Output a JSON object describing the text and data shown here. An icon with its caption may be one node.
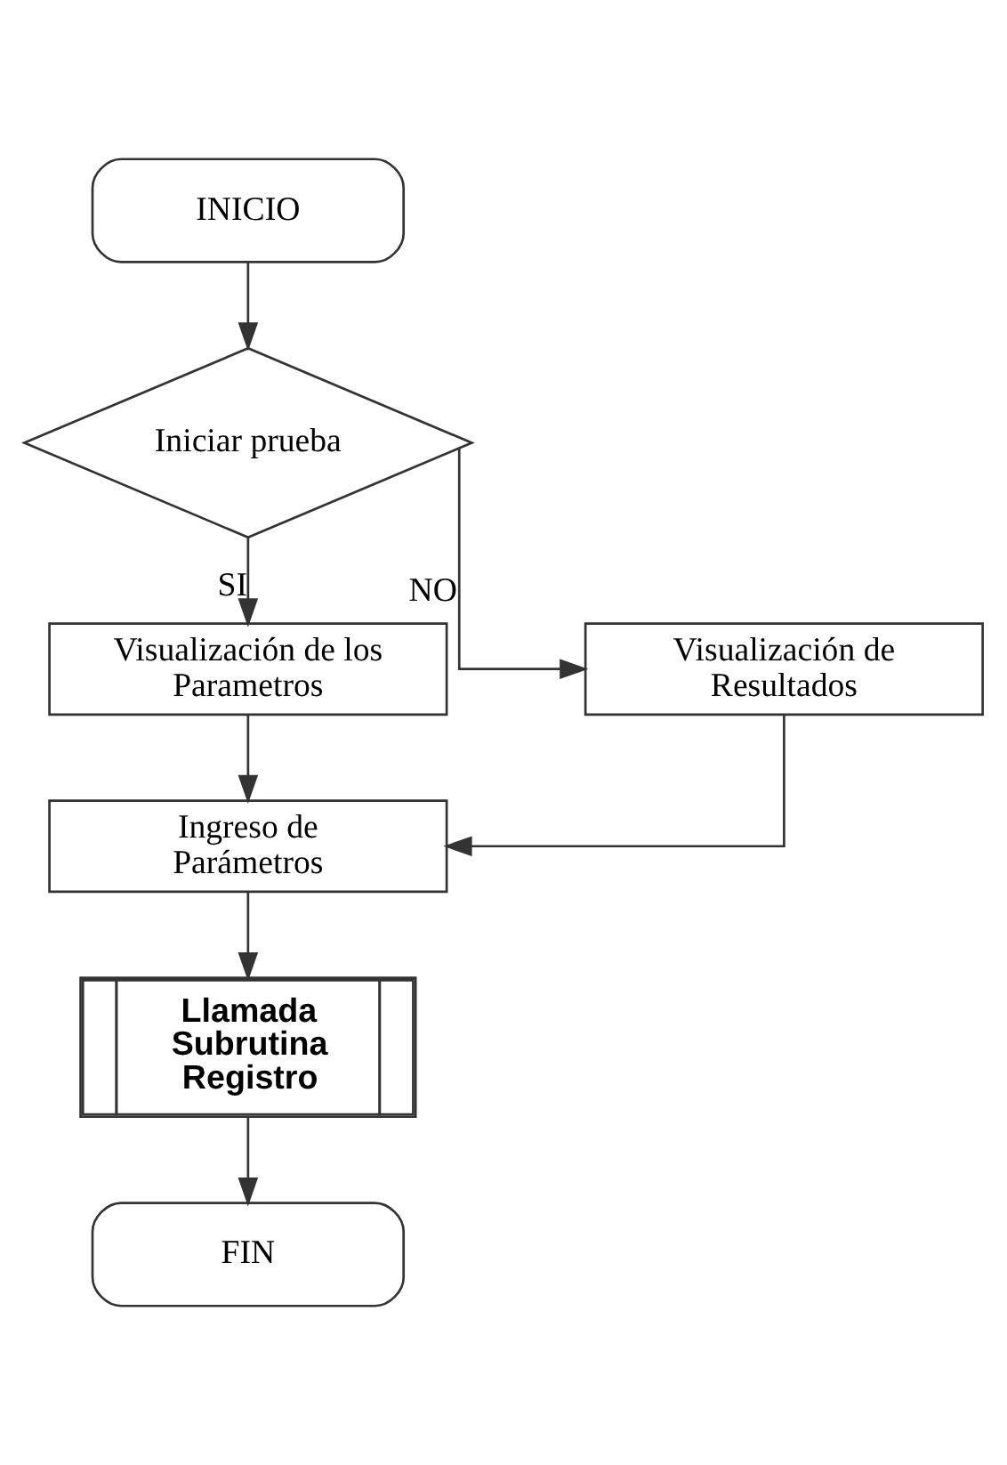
{
  "diagram": {
    "nodes": [
      {
        "text": [
          "INICIO"
        ]
      },
      {
        "text": [
          "Iniciar prueba"
        ]
      },
      {
        "text": [
          "Visualización de los Parametros"
        ]
      },
      {
        "text": [
          "Visualización de Resultados"
        ]
      },
      {
        "text": [
          "Ingreso de Parámetros"
        ]
      },
      {
        "text": [
          "Llamada Subrutina Registro"
        ]
      },
      {
        "text": [
          "FIN"
        ]
      }
    ],
    "edges": [
      {
        "from": 0,
        "to": 1,
        "arrow": "to"
      },
      {
        "from": 1,
        "to": 2,
        "arrow": "to",
        "label": "SI"
      },
      {
        "from": 1,
        "to": 3,
        "arrow": "to",
        "label": "NO"
      },
      {
        "from": 2,
        "to": 4,
        "arrow": "to"
      },
      {
        "from": 3,
        "to": 4,
        "arrow": "to"
      },
      {
        "from": 4,
        "to": 5,
        "arrow": "to"
      },
      {
        "from": 5,
        "to": 6,
        "arrow": "to"
      }
    ]
  }
}
